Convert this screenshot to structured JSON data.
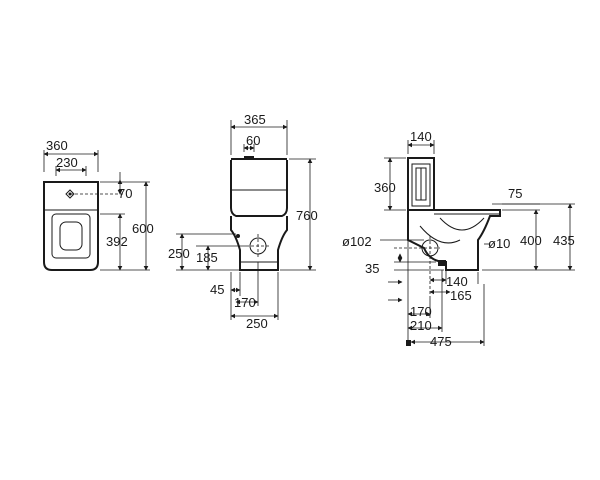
{
  "top_view": {
    "width_outer": "360",
    "width_inner": "230",
    "dim_70": "70",
    "depth_total": "600",
    "depth_392": "392"
  },
  "front_view": {
    "width_365": "365",
    "button_60": "60",
    "height_760": "760",
    "outlet_250": "250",
    "outlet_185": "185",
    "offset_45": "45",
    "base_170": "170",
    "base_250": "250"
  },
  "side_view": {
    "tank_140": "140",
    "tank_360": "360",
    "seat_75": "75",
    "dia_102": "ø102",
    "dia_10": "ø10",
    "h_400": "400",
    "h_435": "435",
    "h_35": "35",
    "d_140": "140",
    "d_165": "165",
    "d_170": "170",
    "d_210": "210",
    "d_475": "475"
  }
}
